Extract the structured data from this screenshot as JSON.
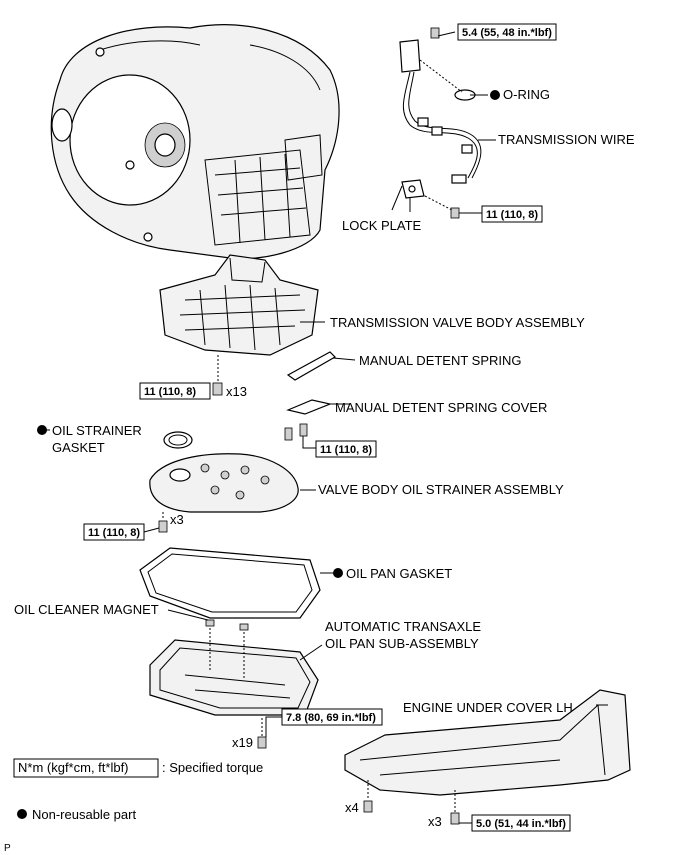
{
  "labels": {
    "o_ring": "O-RING",
    "transmission_wire": "TRANSMISSION WIRE",
    "lock_plate": "LOCK PLATE",
    "valve_body_assembly": "TRANSMISSION VALVE BODY ASSEMBLY",
    "manual_detent_spring": "MANUAL DETENT SPRING",
    "manual_detent_spring_cover": "MANUAL DETENT SPRING COVER",
    "oil_strainer_gasket_1": "OIL STRAINER",
    "oil_strainer_gasket_2": "GASKET",
    "valve_body_oil_strainer": "VALVE BODY OIL STRAINER ASSEMBLY",
    "oil_pan_gasket": "OIL PAN GASKET",
    "oil_cleaner_magnet": "OIL CLEANER MAGNET",
    "oil_pan_1": "AUTOMATIC TRANSAXLE",
    "oil_pan_2": "OIL PAN SUB-ASSEMBLY",
    "engine_under_cover": "ENGINE UNDER COVER LH"
  },
  "torques": {
    "wire_bolt_top": "5.4 (55, 48 in.*lbf)",
    "lock_plate_bolt": "11 (110, 8)",
    "valve_body_bolts": "11 (110, 8)",
    "detent_cover_bolts": "11 (110, 8)",
    "strainer_bolts": "11 (110, 8)",
    "oil_pan_bolts": "7.8 (80, 69 in.*lbf)",
    "under_cover_bolts": "5.0 (51, 44 in.*lbf)"
  },
  "quantities": {
    "valve_body": "x13",
    "strainer": "x3",
    "oil_pan": "x19",
    "under_cover_a": "x4",
    "under_cover_b": "x3"
  },
  "legend": {
    "unit": "N*m (kgf*cm, ft*lbf)",
    "specified": ": Specified torque",
    "non_reusable": "Non-reusable part"
  },
  "footer_mark": "P"
}
